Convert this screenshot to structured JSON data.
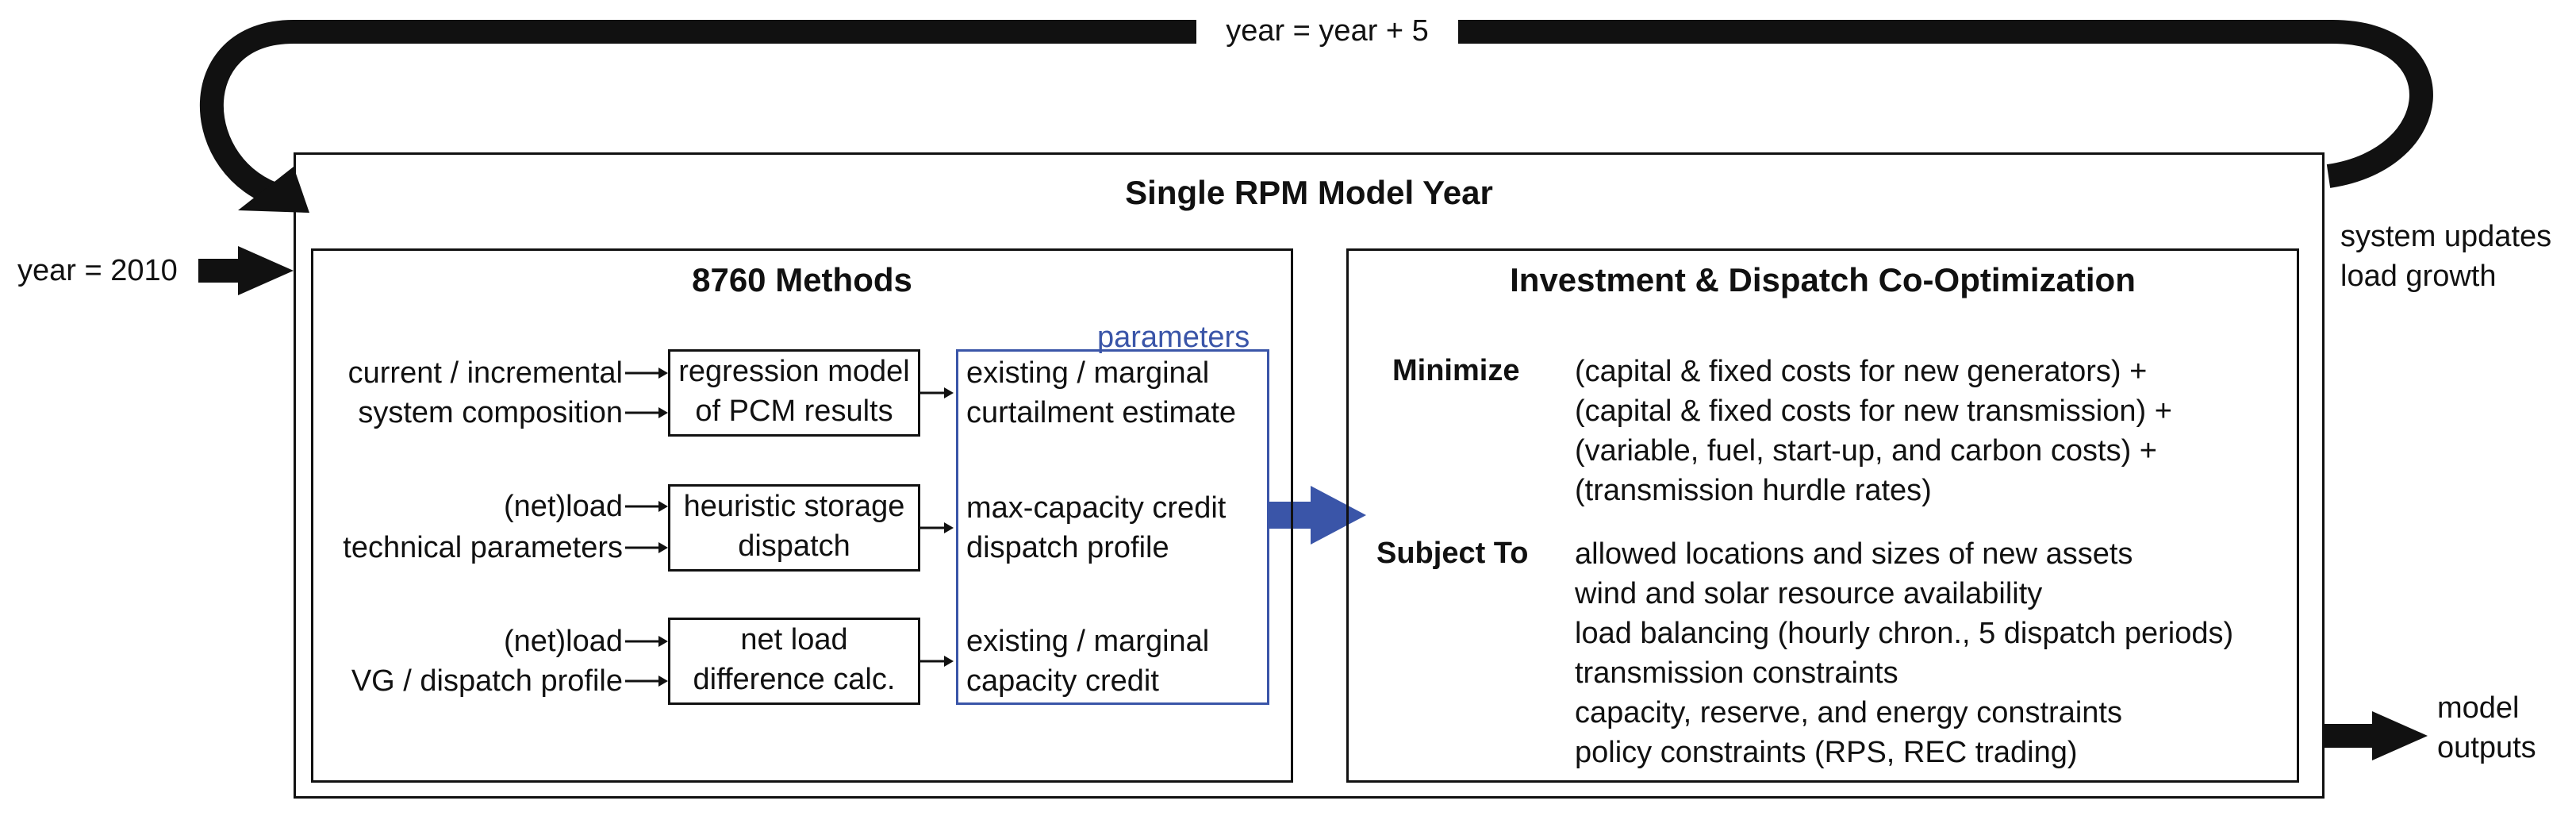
{
  "loop": {
    "label": "year = year + 5"
  },
  "start": {
    "label": "year = 2010"
  },
  "updates": {
    "line1": "system updates",
    "line2": "load growth"
  },
  "outputs": {
    "line1": "model",
    "line2": "outputs"
  },
  "rpm": {
    "title": "Single RPM Model Year"
  },
  "methods": {
    "title": "8760 Methods",
    "params_label": "parameters",
    "rows": [
      {
        "input_a": "current / incremental",
        "input_b": "system composition",
        "process": "regression model\nof PCM results",
        "output": "existing / marginal\ncurtailment estimate"
      },
      {
        "input_a": "(net)load",
        "input_b": "technical parameters",
        "process": "heuristic storage\ndispatch",
        "output": "max-capacity credit\ndispatch profile"
      },
      {
        "input_a": "(net)load",
        "input_b": "VG / dispatch profile",
        "process": "net load\ndifference calc.",
        "output": "existing / marginal\ncapacity credit"
      }
    ]
  },
  "opt": {
    "title": "Investment & Dispatch Co-Optimization",
    "minimize_label": "Minimize",
    "minimize_terms": [
      "(capital & fixed costs for new generators) +",
      "(capital & fixed costs for new transmission) +",
      "(variable, fuel, start-up, and carbon costs) +",
      "(transmission hurdle rates)"
    ],
    "subject_label": "Subject To",
    "constraints": [
      "allowed locations and sizes of new assets",
      "wind and solar resource availability",
      "load balancing (hourly chron., 5 dispatch periods)",
      "transmission constraints",
      "capacity, reserve, and energy constraints",
      "policy constraints (RPS, REC trading)"
    ]
  },
  "colors": {
    "line": "#111111",
    "accent": "#3a55a8"
  }
}
